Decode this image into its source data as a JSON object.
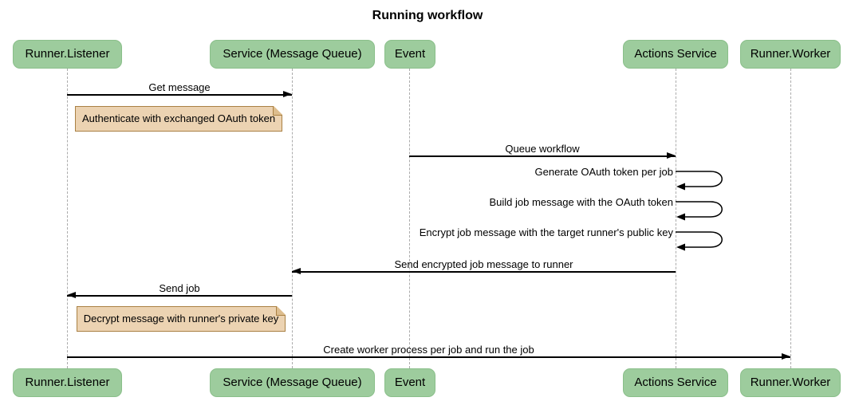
{
  "title": "Running workflow",
  "participants": [
    {
      "label": "Runner.Listener"
    },
    {
      "label": "Service (Message Queue)"
    },
    {
      "label": "Event"
    },
    {
      "label": "Actions Service"
    },
    {
      "label": "Runner.Worker"
    }
  ],
  "messages": [
    {
      "label": "Get message",
      "from": "Runner.Listener",
      "to": "Service (Message Queue)",
      "self": false
    },
    {
      "label": "Queue workflow",
      "from": "Event",
      "to": "Actions Service",
      "self": false
    },
    {
      "label": "Generate OAuth token per job",
      "from": "Actions Service",
      "to": "Actions Service",
      "self": true
    },
    {
      "label": "Build job message with the OAuth token",
      "from": "Actions Service",
      "to": "Actions Service",
      "self": true
    },
    {
      "label": "Encrypt job message with the target runner's public key",
      "from": "Actions Service",
      "to": "Actions Service",
      "self": true
    },
    {
      "label": "Send encrypted job message to runner",
      "from": "Actions Service",
      "to": "Service (Message Queue)",
      "self": false
    },
    {
      "label": "Send job",
      "from": "Service (Message Queue)",
      "to": "Runner.Listener",
      "self": false
    },
    {
      "label": "Create worker process per job and run the job",
      "from": "Runner.Listener",
      "to": "Runner.Worker",
      "self": false
    }
  ],
  "notes": [
    {
      "label": "Authenticate with exchanged OAuth token",
      "over": "Runner.Listener"
    },
    {
      "label": "Decrypt message with runner's private key",
      "over": "Runner.Listener"
    }
  ],
  "colors": {
    "background": "#ffffff",
    "actor_fill": "#9dcc9d",
    "actor_border": "#8abf8a",
    "note_fill": "#ecd3b2",
    "note_border": "#aa8144",
    "lifeline": "#ababab",
    "arrow": "#000000"
  }
}
